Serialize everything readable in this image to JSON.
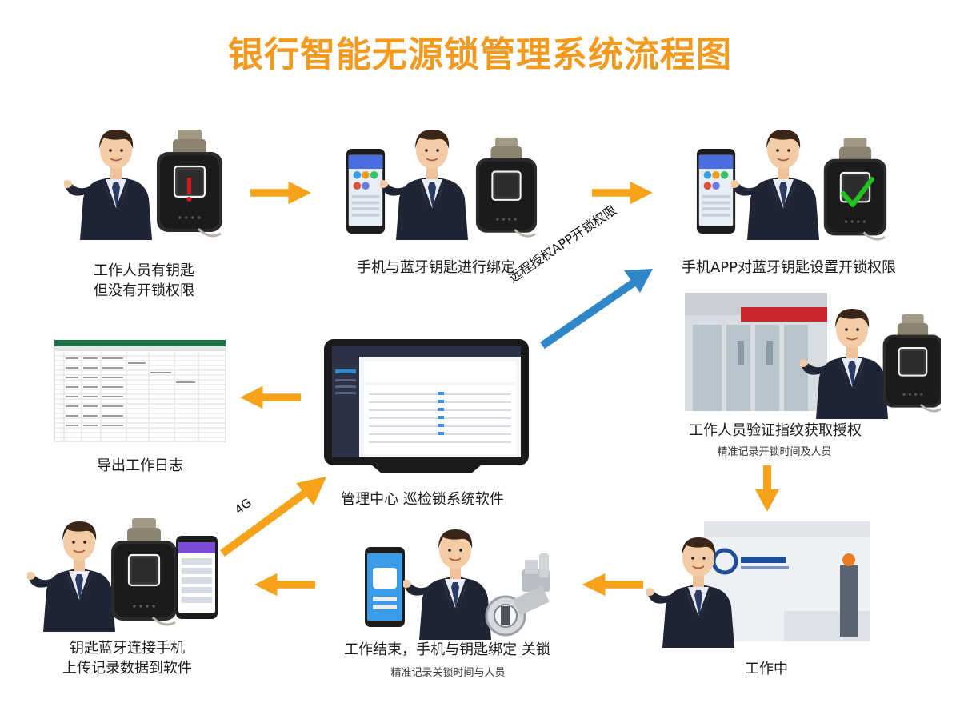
{
  "title": "银行智能无源锁管理系统流程图",
  "steps": {
    "s1": [
      "工作人员有钥匙",
      "但没有开锁权限"
    ],
    "s2": "手机与蓝牙钥匙进行绑定",
    "s3": "手机APP对蓝牙钥匙设置开锁权限",
    "s4": "工作人员验证指纹获取授权",
    "s4_sub": "精准记录开锁时间及人员",
    "s5": "工作中",
    "s6": "工作结束，手机与钥匙绑定 关锁",
    "s6_sub": "精准记录关锁时间与人员",
    "s7": [
      "钥匙蓝牙连接手机",
      "上传记录数据到软件"
    ],
    "center": "管理中心 巡检锁系统软件",
    "export": "导出工作日志"
  },
  "arrow_labels": {
    "remote": "远程授权APP开锁权限",
    "net": "4G"
  },
  "colors": {
    "title": "#f39a1e",
    "arrow": "#f6a21b",
    "remote_arrow": "#2f86c8",
    "check": "#20c21f",
    "alert": "#e0161d"
  }
}
